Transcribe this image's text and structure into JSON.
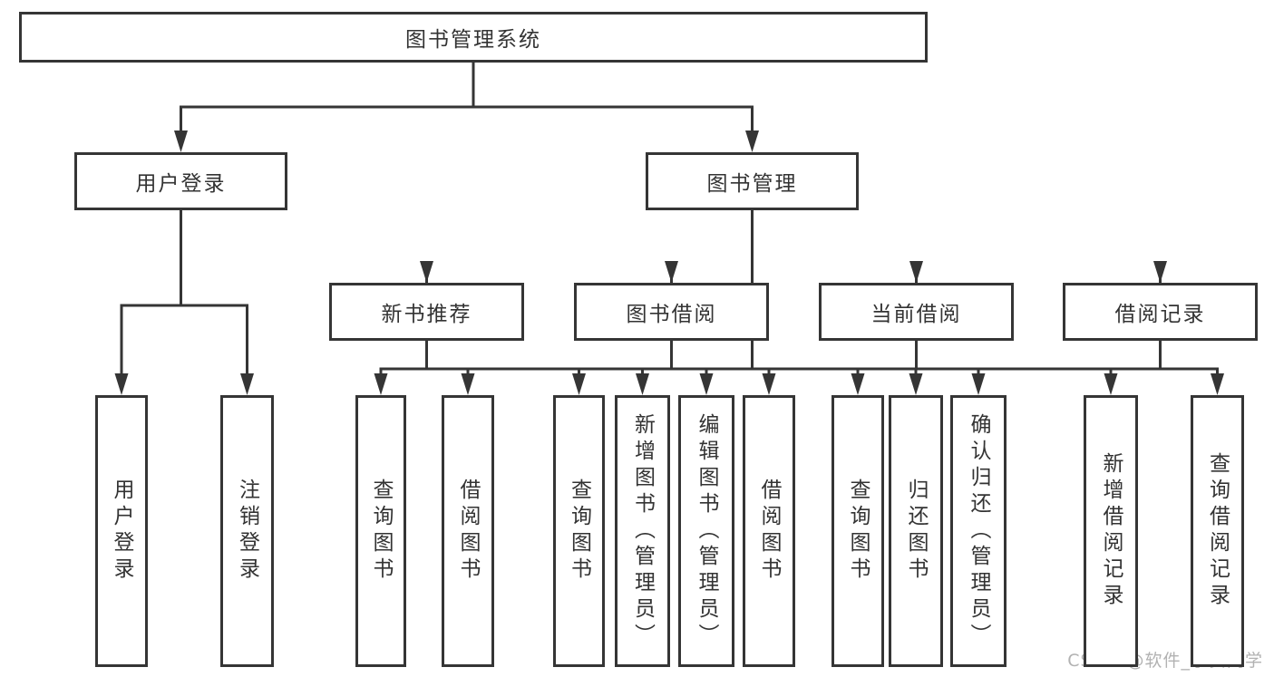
{
  "diagram": {
    "type": "tree",
    "title": "图书管理系统",
    "watermark": "CSDN @软件_小贺同学",
    "colors": {
      "line": "#353535",
      "box_border": "#353535",
      "box_fill": "#ffffff",
      "text": "#333333",
      "background": "#ffffff",
      "watermark": "#b2b2b2"
    },
    "nodes": [
      {
        "id": "root",
        "label": "图书管理系统",
        "parent": null,
        "level": 1
      },
      {
        "id": "user-login",
        "label": "用户登录",
        "parent": "root",
        "level": 2
      },
      {
        "id": "book-management",
        "label": "图书管理",
        "parent": "root",
        "level": 2
      },
      {
        "id": "new-book-recommend",
        "label": "新书推荐",
        "parent": "book-management",
        "level": 3
      },
      {
        "id": "book-borrowing",
        "label": "图书借阅",
        "parent": "book-management",
        "level": 3
      },
      {
        "id": "current-borrowing",
        "label": "当前借阅",
        "parent": "book-management",
        "level": 3
      },
      {
        "id": "borrowing-records",
        "label": "借阅记录",
        "parent": "book-management",
        "level": 3
      },
      {
        "id": "leaf-user-login",
        "label": "用户登录",
        "parent": "user-login",
        "level": 4
      },
      {
        "id": "leaf-logout",
        "label": "注销登录",
        "parent": "user-login",
        "level": 4
      },
      {
        "id": "leaf-query-books-1",
        "label": "查询图书",
        "parent": "new-book-recommend",
        "level": 4
      },
      {
        "id": "leaf-borrow-books-1",
        "label": "借阅图书",
        "parent": "new-book-recommend",
        "level": 4
      },
      {
        "id": "leaf-query-books-2",
        "label": "查询图书",
        "parent": "book-borrowing",
        "level": 4
      },
      {
        "id": "leaf-add-books",
        "label": "新增图书（管理员）",
        "parent": "book-borrowing",
        "level": 4
      },
      {
        "id": "leaf-edit-books",
        "label": "编辑图书（管理员）",
        "parent": "book-borrowing",
        "level": 4
      },
      {
        "id": "leaf-borrow-books-2",
        "label": "借阅图书",
        "parent": "book-borrowing",
        "level": 4
      },
      {
        "id": "leaf-query-books-3",
        "label": "查询图书",
        "parent": "current-borrowing",
        "level": 4
      },
      {
        "id": "leaf-return-books",
        "label": "归还图书",
        "parent": "current-borrowing",
        "level": 4
      },
      {
        "id": "leaf-confirm-return",
        "label": "确认归还（管理员）",
        "parent": "current-borrowing",
        "level": 4
      },
      {
        "id": "leaf-add-borrow-record",
        "label": "新增借阅记录",
        "parent": "borrowing-records",
        "level": 4
      },
      {
        "id": "leaf-query-borrow-record",
        "label": "查询借阅记录",
        "parent": "borrowing-records",
        "level": 4
      }
    ]
  }
}
